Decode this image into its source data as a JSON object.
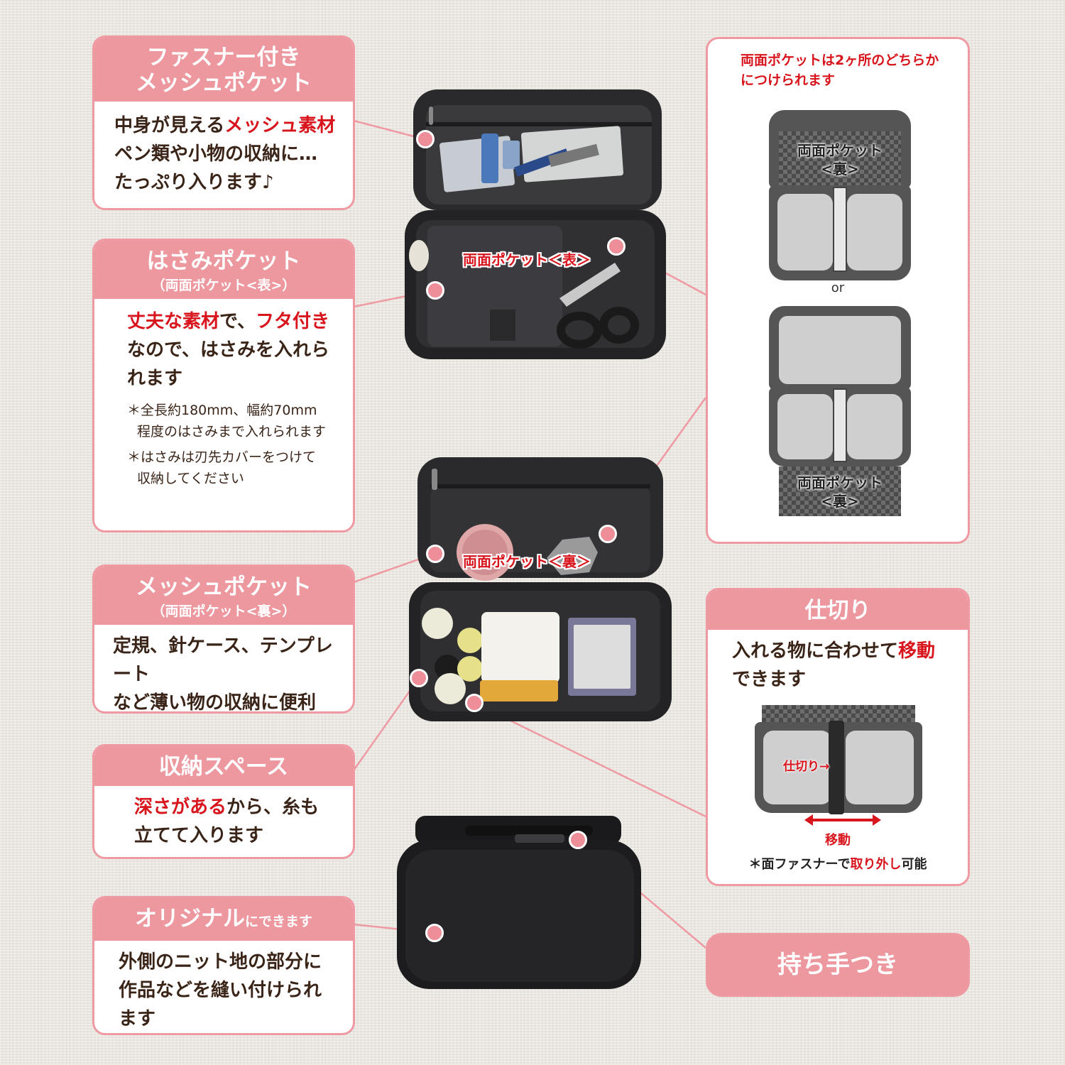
{
  "colors": {
    "accent_pink": "#ed979f",
    "red_text": "#d8141c",
    "brown_text": "#3a2418"
  },
  "cards": {
    "mesh_zip": {
      "title_line1": "ファスナー付き",
      "title_line2": "メッシュポケット",
      "line1_pre": "中身が見える",
      "line1_red": "メッシュ素材",
      "line2": "ペン類や小物の収納に…",
      "line3": "たっぷり入ります♪"
    },
    "scissors": {
      "title": "はさみポケット",
      "subtitle": "（両面ポケット<表>）",
      "red1": "丈夫な素材",
      "mid1": "で、",
      "red2": "フタ付き",
      "line2": "なので、はさみを入れら",
      "line3": "れます",
      "note1a": "＊全長約180mm、幅約70mm",
      "note1b": "程度のはさみまで入れられます",
      "note2a": "＊はさみは刃先カバーをつけて",
      "note2b": "収納してください"
    },
    "mesh": {
      "title": "メッシュポケット",
      "subtitle": "（両面ポケット<裏>）",
      "line1": "定規、針ケース、テンプレート",
      "line2": "など薄い物の収納に便利"
    },
    "storage": {
      "title": "収納スペース",
      "red": "深さがある",
      "line1_post": "から、糸も",
      "line2": "立てて入ります"
    },
    "original": {
      "title_big": "オリジナル",
      "title_small": "にできます",
      "line1": "外側のニット地の部分に",
      "line2": "作品などを縫い付けられ",
      "line3": "ます"
    },
    "double_pocket": {
      "line1": "両面ポケットは2ヶ所のどちらか",
      "line2": "につけられます",
      "label_back": "両面ポケット",
      "label_back_sub": "<裏>",
      "or": "or"
    },
    "divider": {
      "title": "仕切り",
      "line1_pre": "入れる物に合わせて",
      "line1_red": "移動",
      "line2": "できます",
      "divider_label": "仕切り→",
      "move_label": "移動",
      "note_pre": "＊面ファスナーで",
      "note_red": "取り外し",
      "note_post": "可能"
    },
    "handle": {
      "label": "持ち手つき"
    }
  },
  "overlays": {
    "front_pocket": "両面ポケット＜表＞",
    "back_pocket": "両面ポケット＜裏＞"
  }
}
